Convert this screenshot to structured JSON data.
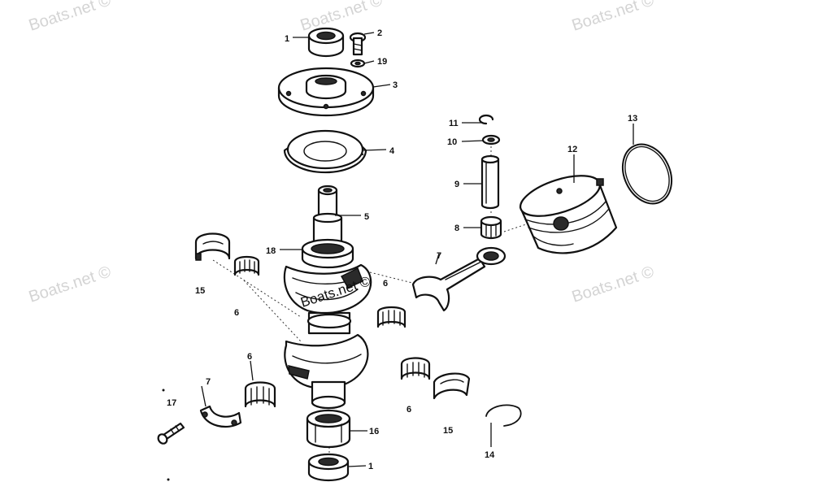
{
  "watermark": "Boats.net ©",
  "inline_watermark": "Boats.net ©",
  "callouts": {
    "c1_top": "1",
    "c2": "2",
    "c19": "19",
    "c3": "3",
    "c4": "4",
    "c5": "5",
    "c18": "18",
    "c15_left": "15",
    "c6_left": "6",
    "c6_mid": "6",
    "c6_lower_left": "6",
    "c6_lower_right": "6",
    "c7_right": "7",
    "c7_left": "7",
    "c11": "11",
    "c10": "10",
    "c9": "9",
    "c8": "8",
    "c12": "12",
    "c13": "13",
    "c15_right": "15",
    "c14": "14",
    "c16": "16",
    "c17": "17",
    "c1_bottom": "1"
  },
  "icons": {
    "crankshaft": "crankshaft-icon",
    "piston": "piston-icon",
    "connecting_rod": "connecting-rod-icon"
  }
}
